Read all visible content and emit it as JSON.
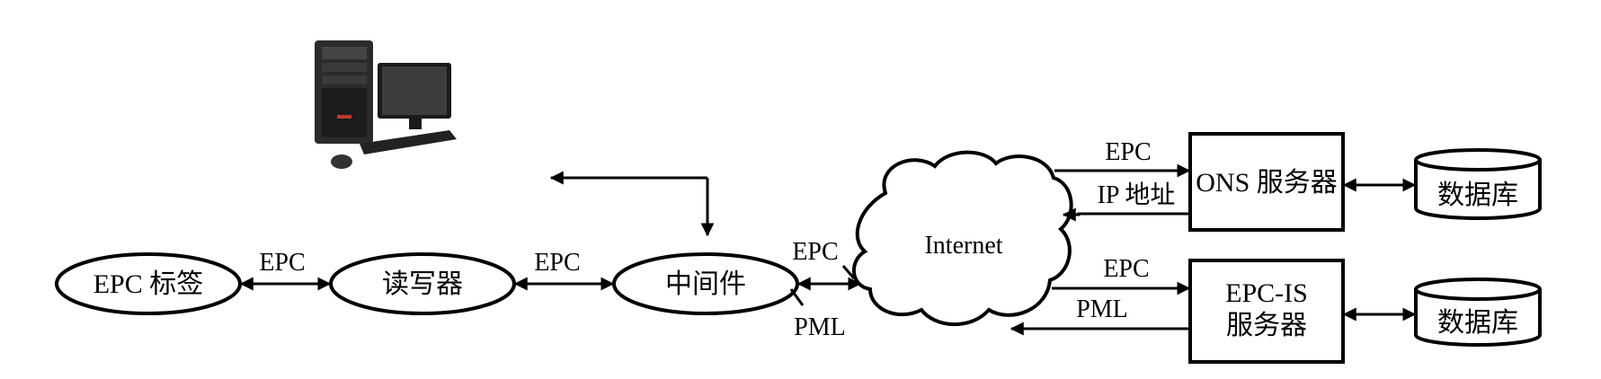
{
  "nodes": {
    "epc_tag": "EPC 标签",
    "reader": "读写器",
    "middleware": "中间件",
    "internet": "Internet",
    "ons_server": "ONS 服务器",
    "epcis_server_line1": "EPC-IS",
    "epcis_server_line2": "服务器",
    "database_top": "数据库",
    "database_bottom": "数据库"
  },
  "edges": {
    "tag_reader": "EPC",
    "reader_middleware": "EPC",
    "middleware_internet_epc": "EPC",
    "middleware_internet_pml": "PML",
    "internet_to_ons": "EPC",
    "ons_to_internet": "IP 地址",
    "internet_to_epcis": "EPC",
    "epcis_to_internet": "PML"
  },
  "icons": {
    "computer": "desktop-computer-icon"
  }
}
